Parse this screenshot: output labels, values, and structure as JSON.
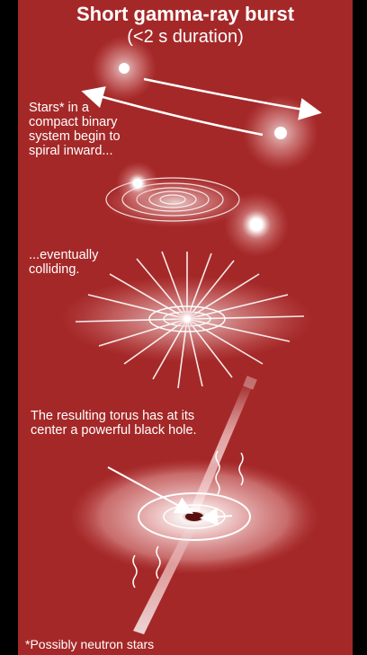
{
  "title": "Short gamma-ray burst",
  "subtitle": "(<2 s duration)",
  "captions": {
    "stage1": "Stars* in a compact binary system begin to spiral inward...",
    "stage2": "...eventually colliding.",
    "stage3": "The resulting torus has at its center a powerful black hole."
  },
  "footnote": "*Possibly neutron stars",
  "colors": {
    "background": "#a52828",
    "frame": "#000000",
    "foreground": "#ffffff"
  }
}
